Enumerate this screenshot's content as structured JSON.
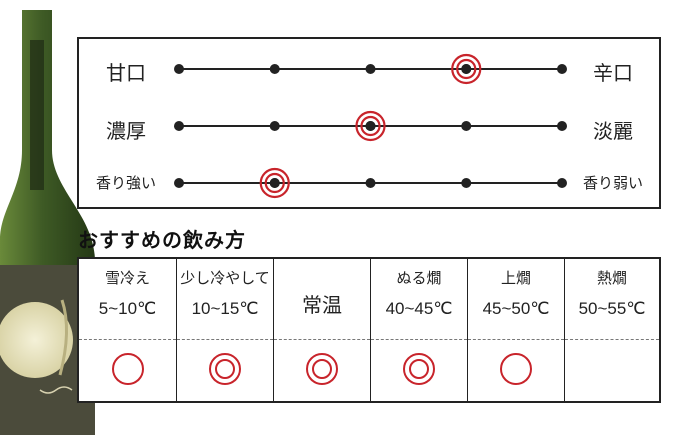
{
  "taste_scales": [
    {
      "left": "甘口",
      "right": "辛口",
      "position": 4,
      "steps": 5
    },
    {
      "left": "濃厚",
      "right": "淡麗",
      "position": 3,
      "steps": 5
    },
    {
      "left": "香り強い",
      "right": "香り弱い",
      "position": 2,
      "steps": 5
    }
  ],
  "serving": {
    "heading": "おすすめの飲み方",
    "columns": [
      {
        "name": "雪冷え",
        "temp": "5~10℃",
        "mark": "circle"
      },
      {
        "name": "少し冷やして",
        "temp": "10~15℃",
        "mark": "double-circle"
      },
      {
        "name": "常温",
        "temp": "",
        "mark": "double-circle"
      },
      {
        "name": "ぬる燗",
        "temp": "40~45℃",
        "mark": "double-circle"
      },
      {
        "name": "上燗",
        "temp": "45~50℃",
        "mark": "circle"
      },
      {
        "name": "熱燗",
        "temp": "50~55℃",
        "mark": "none"
      }
    ]
  },
  "colors": {
    "accent": "#c8242b",
    "line": "#222222",
    "bottle": "#3f5a2a"
  }
}
